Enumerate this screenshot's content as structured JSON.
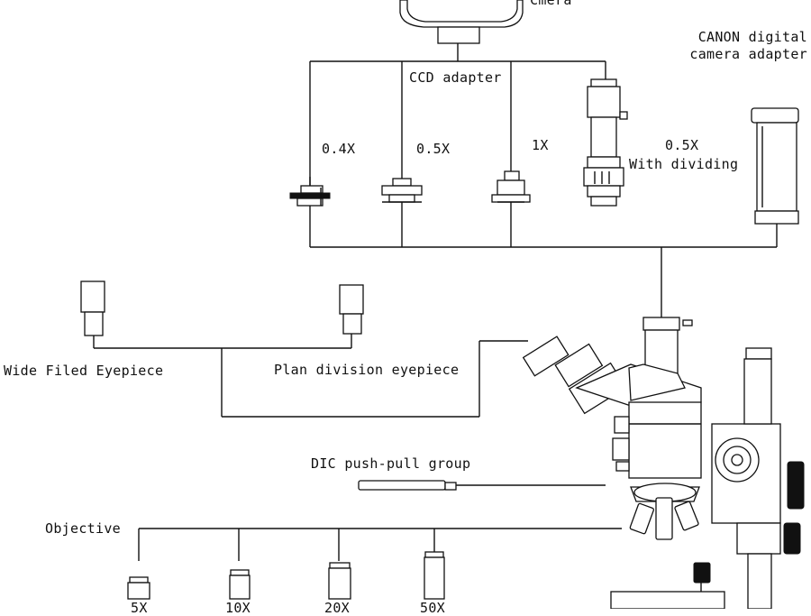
{
  "labels": {
    "camera": "Cmera",
    "canon_line1": "CANON digital",
    "canon_line2": "camera adapter",
    "ccd_adapter": "CCD adapter",
    "adapter_04x": "0.4X",
    "adapter_05x": "0.5X",
    "adapter_1x": "1X",
    "dividing_line1": "0.5X",
    "dividing_line2": "With dividing",
    "wide_field_eyepiece": "Wide Filed Eyepiece",
    "plan_division_eyepiece": "Plan division eyepiece",
    "dic_group": "DIC push-pull group",
    "objective": "Objective",
    "obj_5x": "5X",
    "obj_10x": "10X",
    "obj_20x": "20X",
    "obj_50x": "50X"
  },
  "colors": {
    "line": "#111111",
    "background": "#ffffff"
  }
}
